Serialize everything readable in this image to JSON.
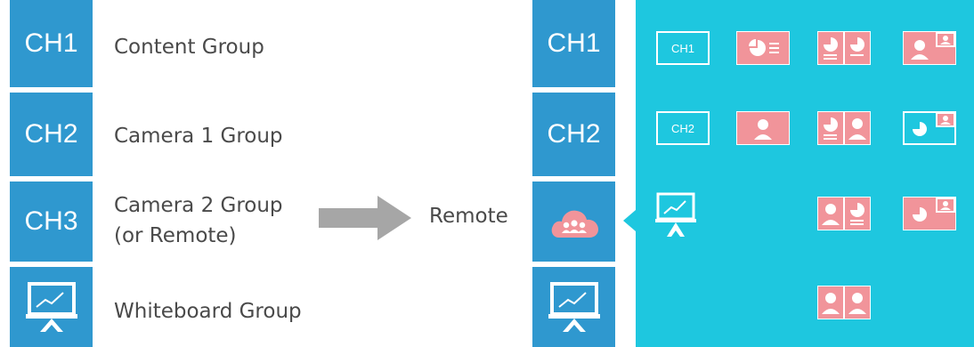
{
  "left_tiles": [
    {
      "label": "CH1"
    },
    {
      "label": "CH2"
    },
    {
      "label": "CH3"
    }
  ],
  "groups": [
    {
      "lines": [
        "Content Group"
      ]
    },
    {
      "lines": [
        "Camera 1 Group"
      ]
    },
    {
      "lines": [
        "Camera 2 Group",
        "(or Remote)"
      ]
    },
    {
      "lines": [
        "Whiteboard Group"
      ]
    }
  ],
  "remote_label": "Remote",
  "right_tiles": [
    {
      "label": "CH1"
    },
    {
      "label": "CH2"
    }
  ],
  "panel": {
    "row1": {
      "channel_label": "CH1"
    },
    "row2": {
      "channel_label": "CH2"
    }
  },
  "colors": {
    "tile_blue": "#2f98cf",
    "panel_cyan": "#1ec7df",
    "pink": "#f1949a",
    "text_gray": "#4a4a4a",
    "arrow_gray": "#a6a6a6"
  }
}
